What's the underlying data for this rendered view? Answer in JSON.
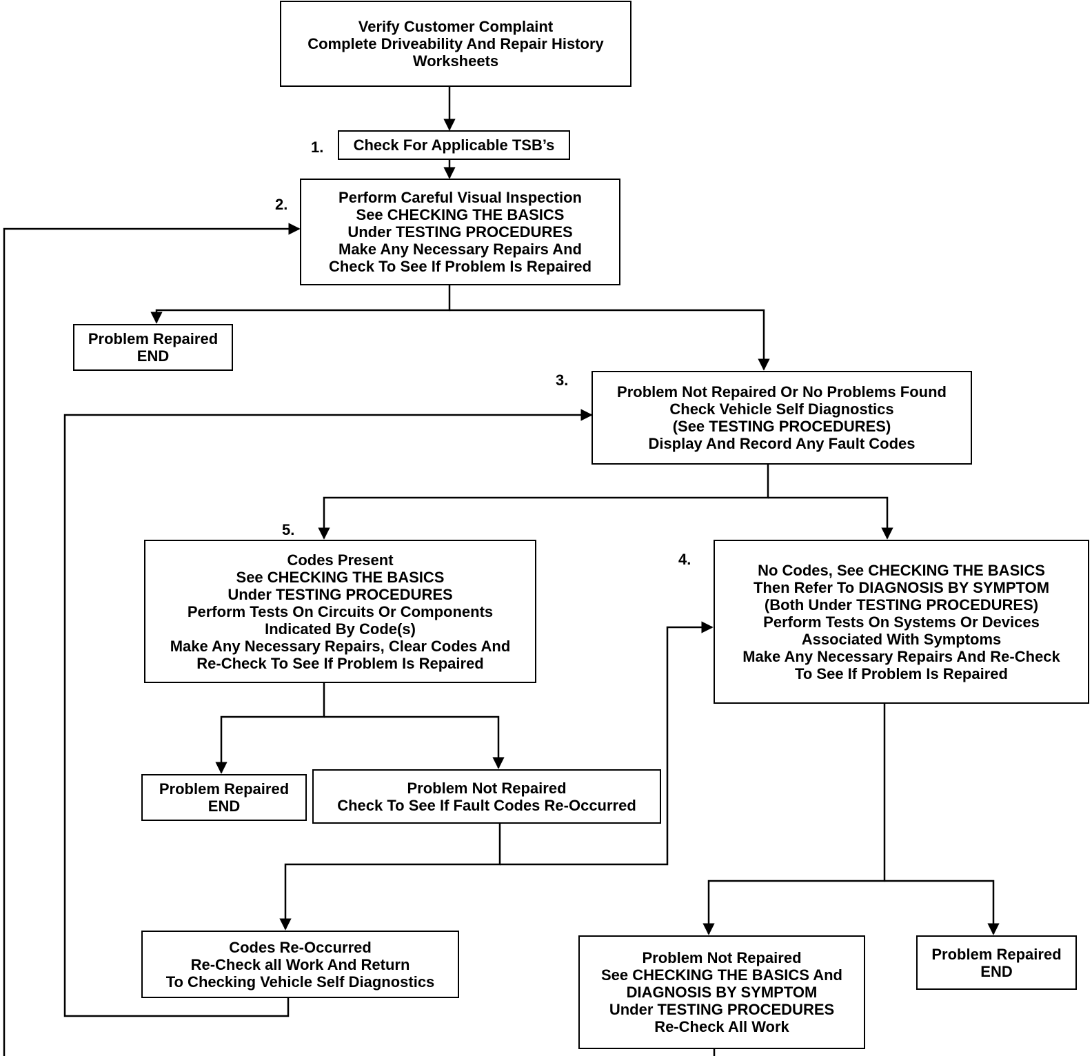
{
  "boxes": {
    "verify": [
      "Verify Customer Complaint",
      "Complete Driveability And Repair History",
      "Worksheets"
    ],
    "tsb": [
      "Check For Applicable TSB’s"
    ],
    "visual": [
      "Perform Careful Visual Inspection",
      "See CHECKING THE BASICS",
      "Under TESTING PROCEDURES",
      "Make Any Necessary Repairs And",
      "Check To See If Problem Is Repaired"
    ],
    "repaired_top": [
      "Problem Repaired",
      "END"
    ],
    "self_diag": [
      "Problem Not Repaired Or No Problems Found",
      "Check Vehicle Self Diagnostics",
      "(See TESTING PROCEDURES)",
      "Display And Record Any Fault Codes"
    ],
    "codes_present": [
      "Codes Present",
      "See CHECKING THE BASICS",
      "Under TESTING PROCEDURES",
      "Perform Tests On Circuits Or Components",
      "Indicated By Code(s)",
      "Make Any Necessary Repairs, Clear Codes And",
      "Re-Check To See If Problem Is Repaired"
    ],
    "no_codes": [
      "No Codes, See CHECKING THE BASICS",
      "Then Refer To DIAGNOSIS BY SYMPTOM",
      "(Both Under TESTING PROCEDURES)",
      "Perform Tests On Systems Or Devices",
      "Associated With Symptoms",
      "Make Any Necessary Repairs And Re-Check",
      "To See If Problem Is Repaired"
    ],
    "repaired_mid": [
      "Problem Repaired",
      "END"
    ],
    "not_repaired_codes": [
      "Problem Not Repaired",
      "Check To See If Fault Codes Re-Occurred"
    ],
    "codes_reoccurred": [
      "Codes Re-Occurred",
      "Re-Check all Work And Return",
      "To Checking Vehicle Self Diagnostics"
    ],
    "not_repaired_symptom": [
      "Problem Not Repaired",
      "See CHECKING THE BASICS And",
      "DIAGNOSIS BY SYMPTOM",
      "Under TESTING PROCEDURES",
      "Re-Check All Work"
    ],
    "repaired_right": [
      "Problem Repaired",
      "END"
    ]
  },
  "steps": {
    "s1": "1.",
    "s2": "2.",
    "s3": "3.",
    "s4": "4.",
    "s5": "5."
  }
}
